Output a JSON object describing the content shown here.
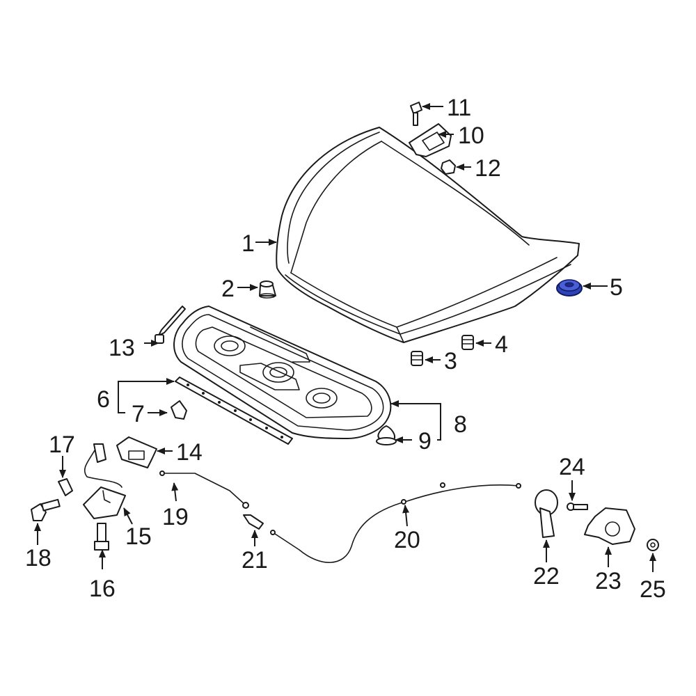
{
  "colors": {
    "line": "#1a1a1a",
    "highlight": "#3b4fc4",
    "highlight_dark": "#1c2a8c",
    "background": "#ffffff"
  },
  "labels": {
    "p1": "1",
    "p2": "2",
    "p3": "3",
    "p4": "4",
    "p5": "5",
    "p6": "6",
    "p7": "7",
    "p8": "8",
    "p9": "9",
    "p10": "10",
    "p11": "11",
    "p12": "12",
    "p13": "13",
    "p14": "14",
    "p15": "15",
    "p16": "16",
    "p17": "17",
    "p18": "18",
    "p19": "19",
    "p20": "20",
    "p21": "21",
    "p22": "22",
    "p23": "23",
    "p24": "24",
    "p25": "25"
  },
  "highlighted_part": "5"
}
